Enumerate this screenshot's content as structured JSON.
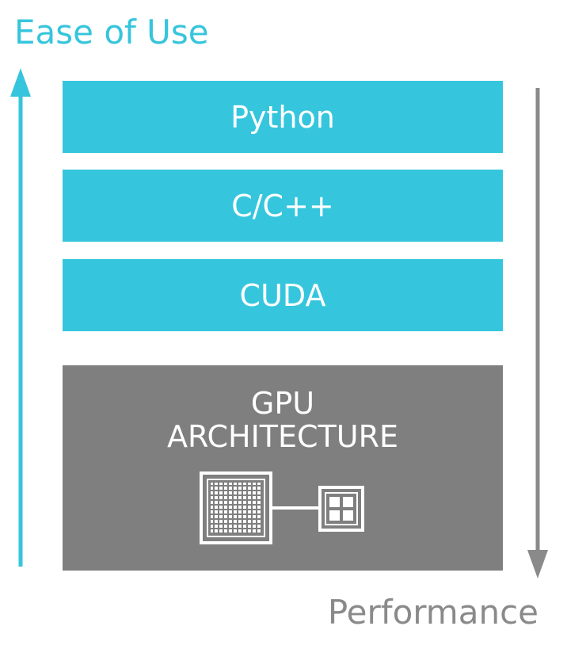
{
  "axes": {
    "ease_of_use": {
      "label": "Ease of Use",
      "color": "#36c5dc",
      "direction": "up"
    },
    "performance": {
      "label": "Performance",
      "color": "#8a8a8a",
      "direction": "down"
    }
  },
  "stack": {
    "layers": [
      {
        "label": "Python",
        "color": "#35c6dd"
      },
      {
        "label": "C/C++",
        "color": "#35c6dd"
      },
      {
        "label": "CUDA",
        "color": "#35c6dd"
      }
    ],
    "hardware": {
      "line1": "GPU",
      "line2": "ARCHITECTURE",
      "color": "#7f7f7f",
      "icon": "gpu-chip-icon"
    }
  }
}
